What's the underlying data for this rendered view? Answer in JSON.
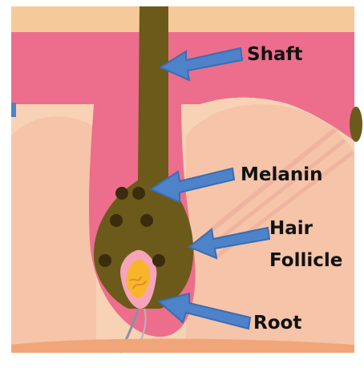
{
  "labels": {
    "shaft": "Shaft",
    "melanin": "Melanin",
    "hair": "Hair",
    "follicle": "Follicle",
    "root": "Root"
  },
  "colors": {
    "skin_top": "#f6c99a",
    "dermis_pink": "#ec6e8c",
    "dermis_light": "#f6b8a8",
    "deep_tissue": "#f8d2b4",
    "hair_shaft": "#6b5a1a",
    "melanin_dot": "#3a2c0c",
    "root_yellow": "#f7b62a",
    "arrow_blue": "#4e82c9",
    "arrow_outline": "#3a6db3"
  }
}
